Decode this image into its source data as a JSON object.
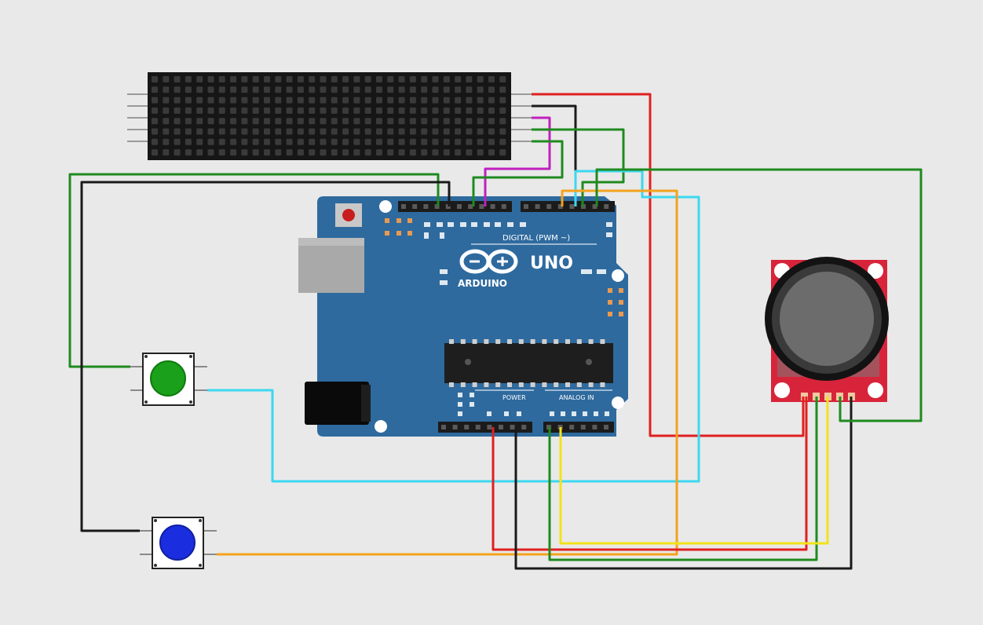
{
  "board": {
    "logo_text": "ARDUINO",
    "model_label": "UNO",
    "digital_label": "DIGITAL (PWM ~)",
    "power_label": "POWER",
    "analog_label": "ANALOG IN"
  },
  "components": [
    "led-matrix",
    "arduino-uno",
    "joystick-module",
    "green-pushbutton",
    "blue-pushbutton"
  ],
  "colors": {
    "background": "#e9e9e9",
    "board": "#2e6a9e",
    "joystick_pcb": "#d8243a",
    "matrix": "#161616",
    "wire_red": "#e02020",
    "wire_black": "#1a1a1a",
    "wire_green": "#1f8a1f",
    "wire_magenta": "#c020c0",
    "wire_cyan": "#3cd8f0",
    "wire_orange": "#f4a21d",
    "wire_yellow": "#f2e21a",
    "button_green": "#1aa01a",
    "button_blue": "#1a2ee0"
  }
}
